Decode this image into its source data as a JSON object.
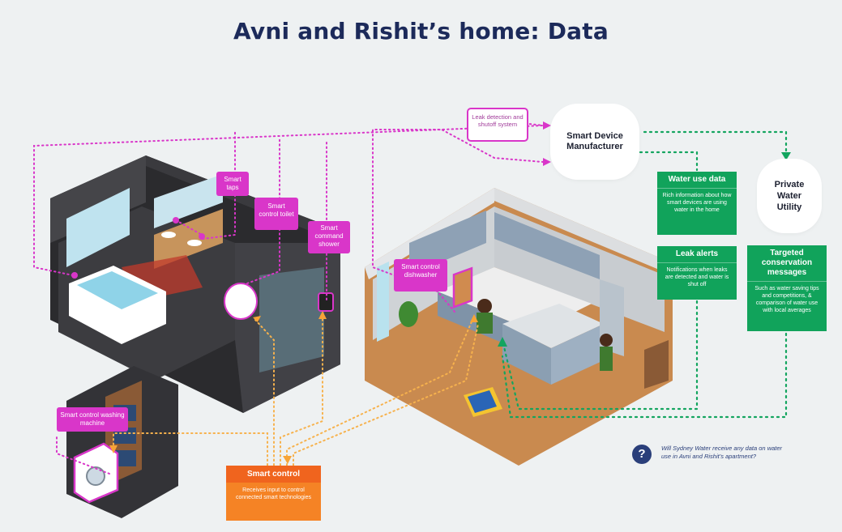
{
  "title": "Avni and Rishit’s home: Data",
  "labels": {
    "leak_detection": "Leak detection and shutoff system",
    "smart_taps": "Smart taps",
    "smart_toilet": "Smart control toilet",
    "smart_shower": "Smart command shower",
    "smart_dishwasher": "Smart control dishwasher",
    "smart_washing_machine": "Smart control washing machine"
  },
  "manufacturer": "Smart Device Manufacturer",
  "utility": "Private Water Utility",
  "water_use": {
    "title": "Water use data",
    "body": "Rich information about how smart devices are using water in the home"
  },
  "leak_alerts": {
    "title": "Leak alerts",
    "body": "Notifications when leaks are detected and water is shut off"
  },
  "targeted": {
    "title": "Targeted conservation messages",
    "body": "Such as water saving tips and competitions, & comparison of water use with local averages"
  },
  "smart_control": {
    "title": "Smart control",
    "body": "Receives input to control connected smart technologies"
  },
  "question": {
    "icon": "?",
    "text": "Will Sydney Water receive any data on water use in Avni and Rishit’s apartment?"
  },
  "colors": {
    "pink": "#d936c9",
    "green": "#11a35b",
    "orange": "#f58325",
    "navy": "#1c2a5a"
  }
}
